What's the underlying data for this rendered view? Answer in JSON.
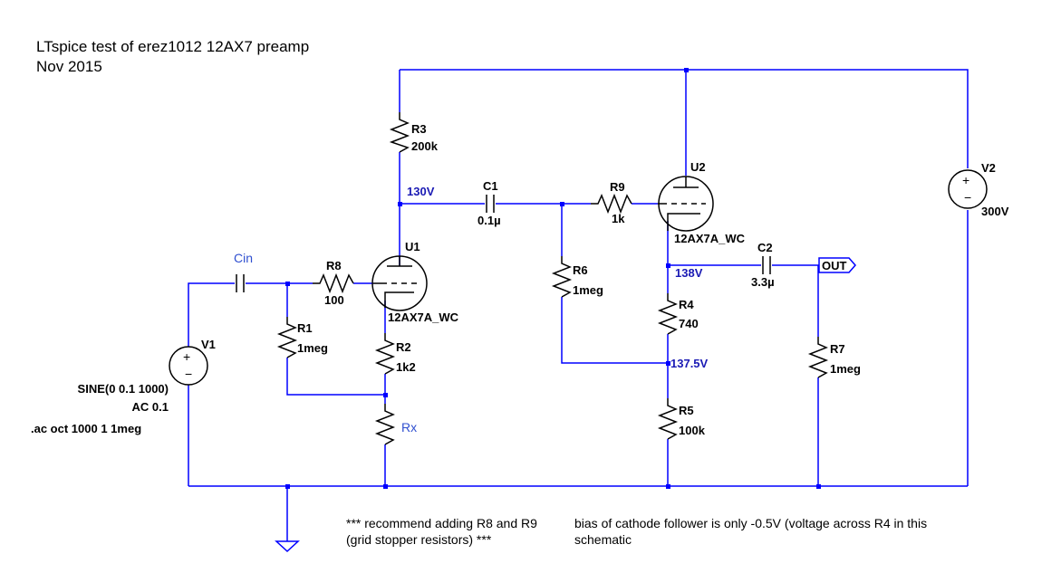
{
  "title": {
    "line1": "LTspice test of erez1012 12AX7 preamp",
    "line2": "Nov 2015"
  },
  "components": {
    "r3": {
      "ref": "R3",
      "value": "200k"
    },
    "r8": {
      "ref": "R8",
      "value": "100"
    },
    "r1": {
      "ref": "R1",
      "value": "1meg"
    },
    "r2": {
      "ref": "R2",
      "value": "1k2"
    },
    "rx": {
      "ref": "Rx"
    },
    "r6": {
      "ref": "R6",
      "value": "1meg"
    },
    "r9": {
      "ref": "R9",
      "value": "1k"
    },
    "r4": {
      "ref": "R4",
      "value": "740"
    },
    "r5": {
      "ref": "R5",
      "value": "100k"
    },
    "r7": {
      "ref": "R7",
      "value": "1meg"
    },
    "c1": {
      "ref": "C1",
      "value": "0.1µ"
    },
    "c2": {
      "ref": "C2",
      "value": "3.3µ"
    },
    "cin": {
      "ref": "Cin"
    },
    "u1": {
      "ref": "U1",
      "model": "12AX7A_WC"
    },
    "u2": {
      "ref": "U2",
      "model": "12AX7A_WC"
    },
    "v1": {
      "ref": "V1",
      "source": "SINE(0 0.1 1000)",
      "ac": "AC 0.1",
      "directive": ".ac oct 1000 1 1meg"
    },
    "v2": {
      "ref": "V2",
      "value": "300V"
    }
  },
  "voltages": {
    "u1_plate": "130V",
    "u2_cathode": "138V",
    "r4_r5_node": "137.5V"
  },
  "out_port": "OUT",
  "notes": {
    "left_line1": "*** recommend adding R8 and R9",
    "left_line2": "(grid stopper resistors) ***",
    "right_line1": "bias of cathode follower is only -0.5V (voltage across R4 in this",
    "right_line2": "schematic"
  },
  "colors": {
    "wire": "#0000ff",
    "voltage_label": "#1a1ab4",
    "component": "#000000"
  }
}
